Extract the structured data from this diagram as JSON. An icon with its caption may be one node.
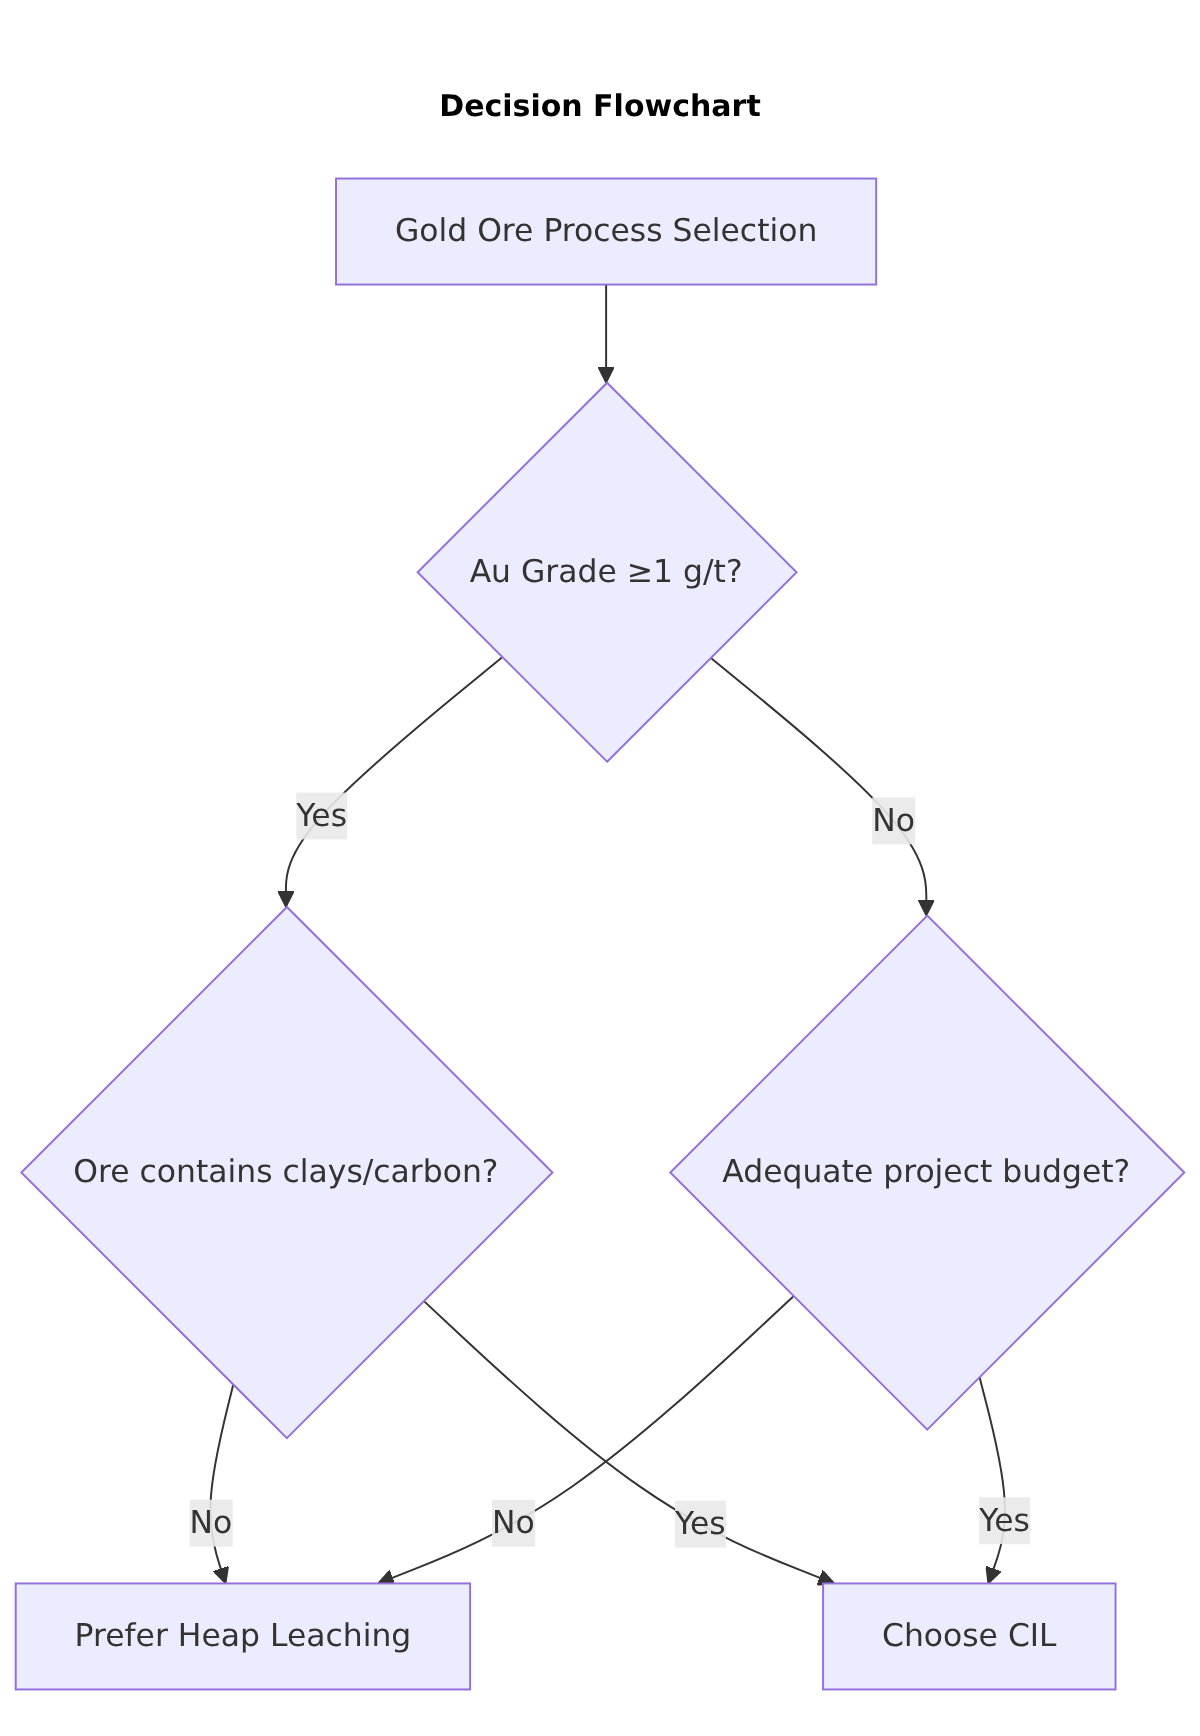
{
  "diagram": {
    "title": "Decision Flowchart",
    "nodes": [
      {
        "text": [
          "Gold Ore Process Selection"
        ]
      },
      {
        "text": [
          "Au Grade ≥1 g/t?"
        ]
      },
      {
        "text": [
          "Ore contains clays/carbon?"
        ]
      },
      {
        "text": [
          "Adequate project budget?"
        ]
      },
      {
        "text": [
          "Prefer Heap Leaching"
        ]
      },
      {
        "text": [
          "Choose CIL"
        ]
      }
    ],
    "edges": [
      {
        "from": 0,
        "to": 1,
        "arrow": "to"
      },
      {
        "from": 1,
        "to": 2,
        "arrow": "to",
        "label": "Yes"
      },
      {
        "from": 1,
        "to": 3,
        "arrow": "to",
        "label": "No"
      },
      {
        "from": 2,
        "to": 4,
        "arrow": "to",
        "label": "No"
      },
      {
        "from": 2,
        "to": 5,
        "arrow": "to",
        "label": "Yes"
      },
      {
        "from": 3,
        "to": 4,
        "arrow": "to",
        "label": "No"
      },
      {
        "from": 3,
        "to": 5,
        "arrow": "to",
        "label": "Yes"
      }
    ]
  }
}
